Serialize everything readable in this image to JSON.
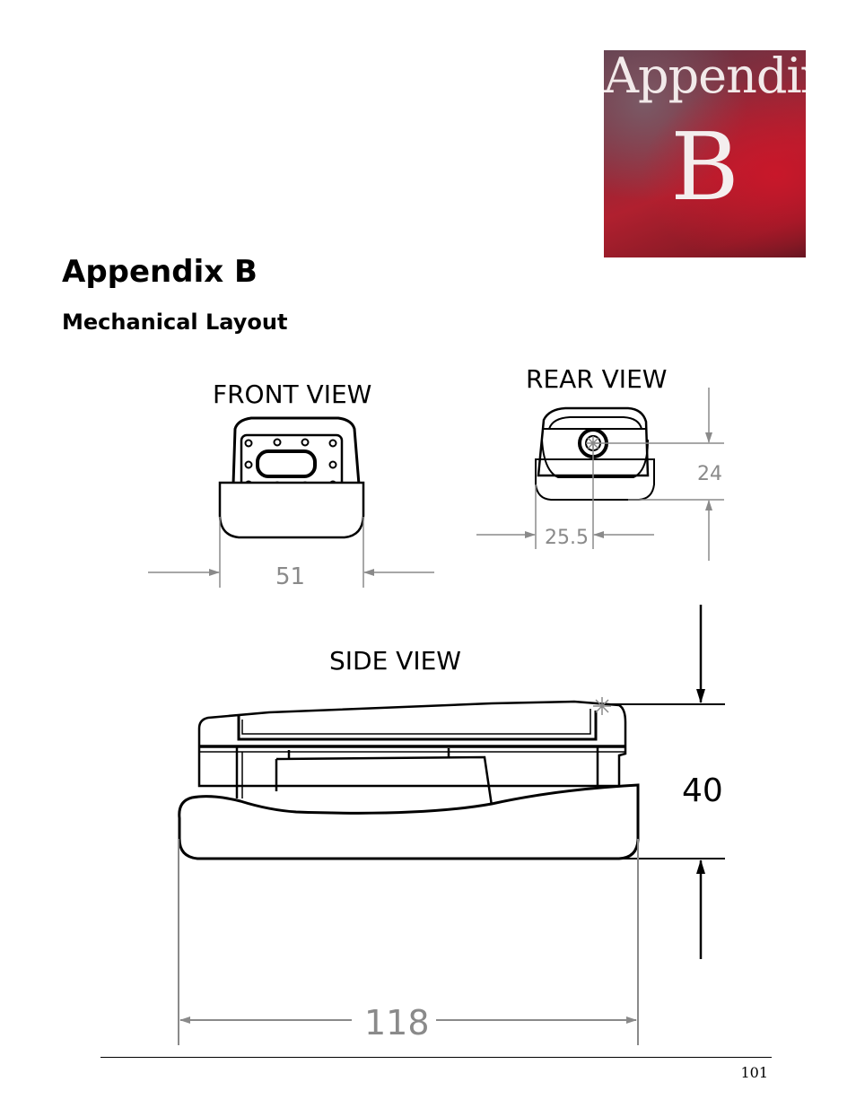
{
  "badge": {
    "word": "Appendix",
    "letter": "B"
  },
  "heading": {
    "title": "Appendix B",
    "subtitle": "Mechanical Layout"
  },
  "drawing": {
    "front_view": {
      "label": "FRONT VIEW",
      "width_dim": "51"
    },
    "rear_view": {
      "label": "REAR VIEW",
      "height_dim": "24",
      "width_dim": "25.5"
    },
    "side_view": {
      "label": "SIDE VIEW",
      "height_dim": "40",
      "length_dim": "118"
    }
  },
  "footer": {
    "page_number": "101"
  }
}
